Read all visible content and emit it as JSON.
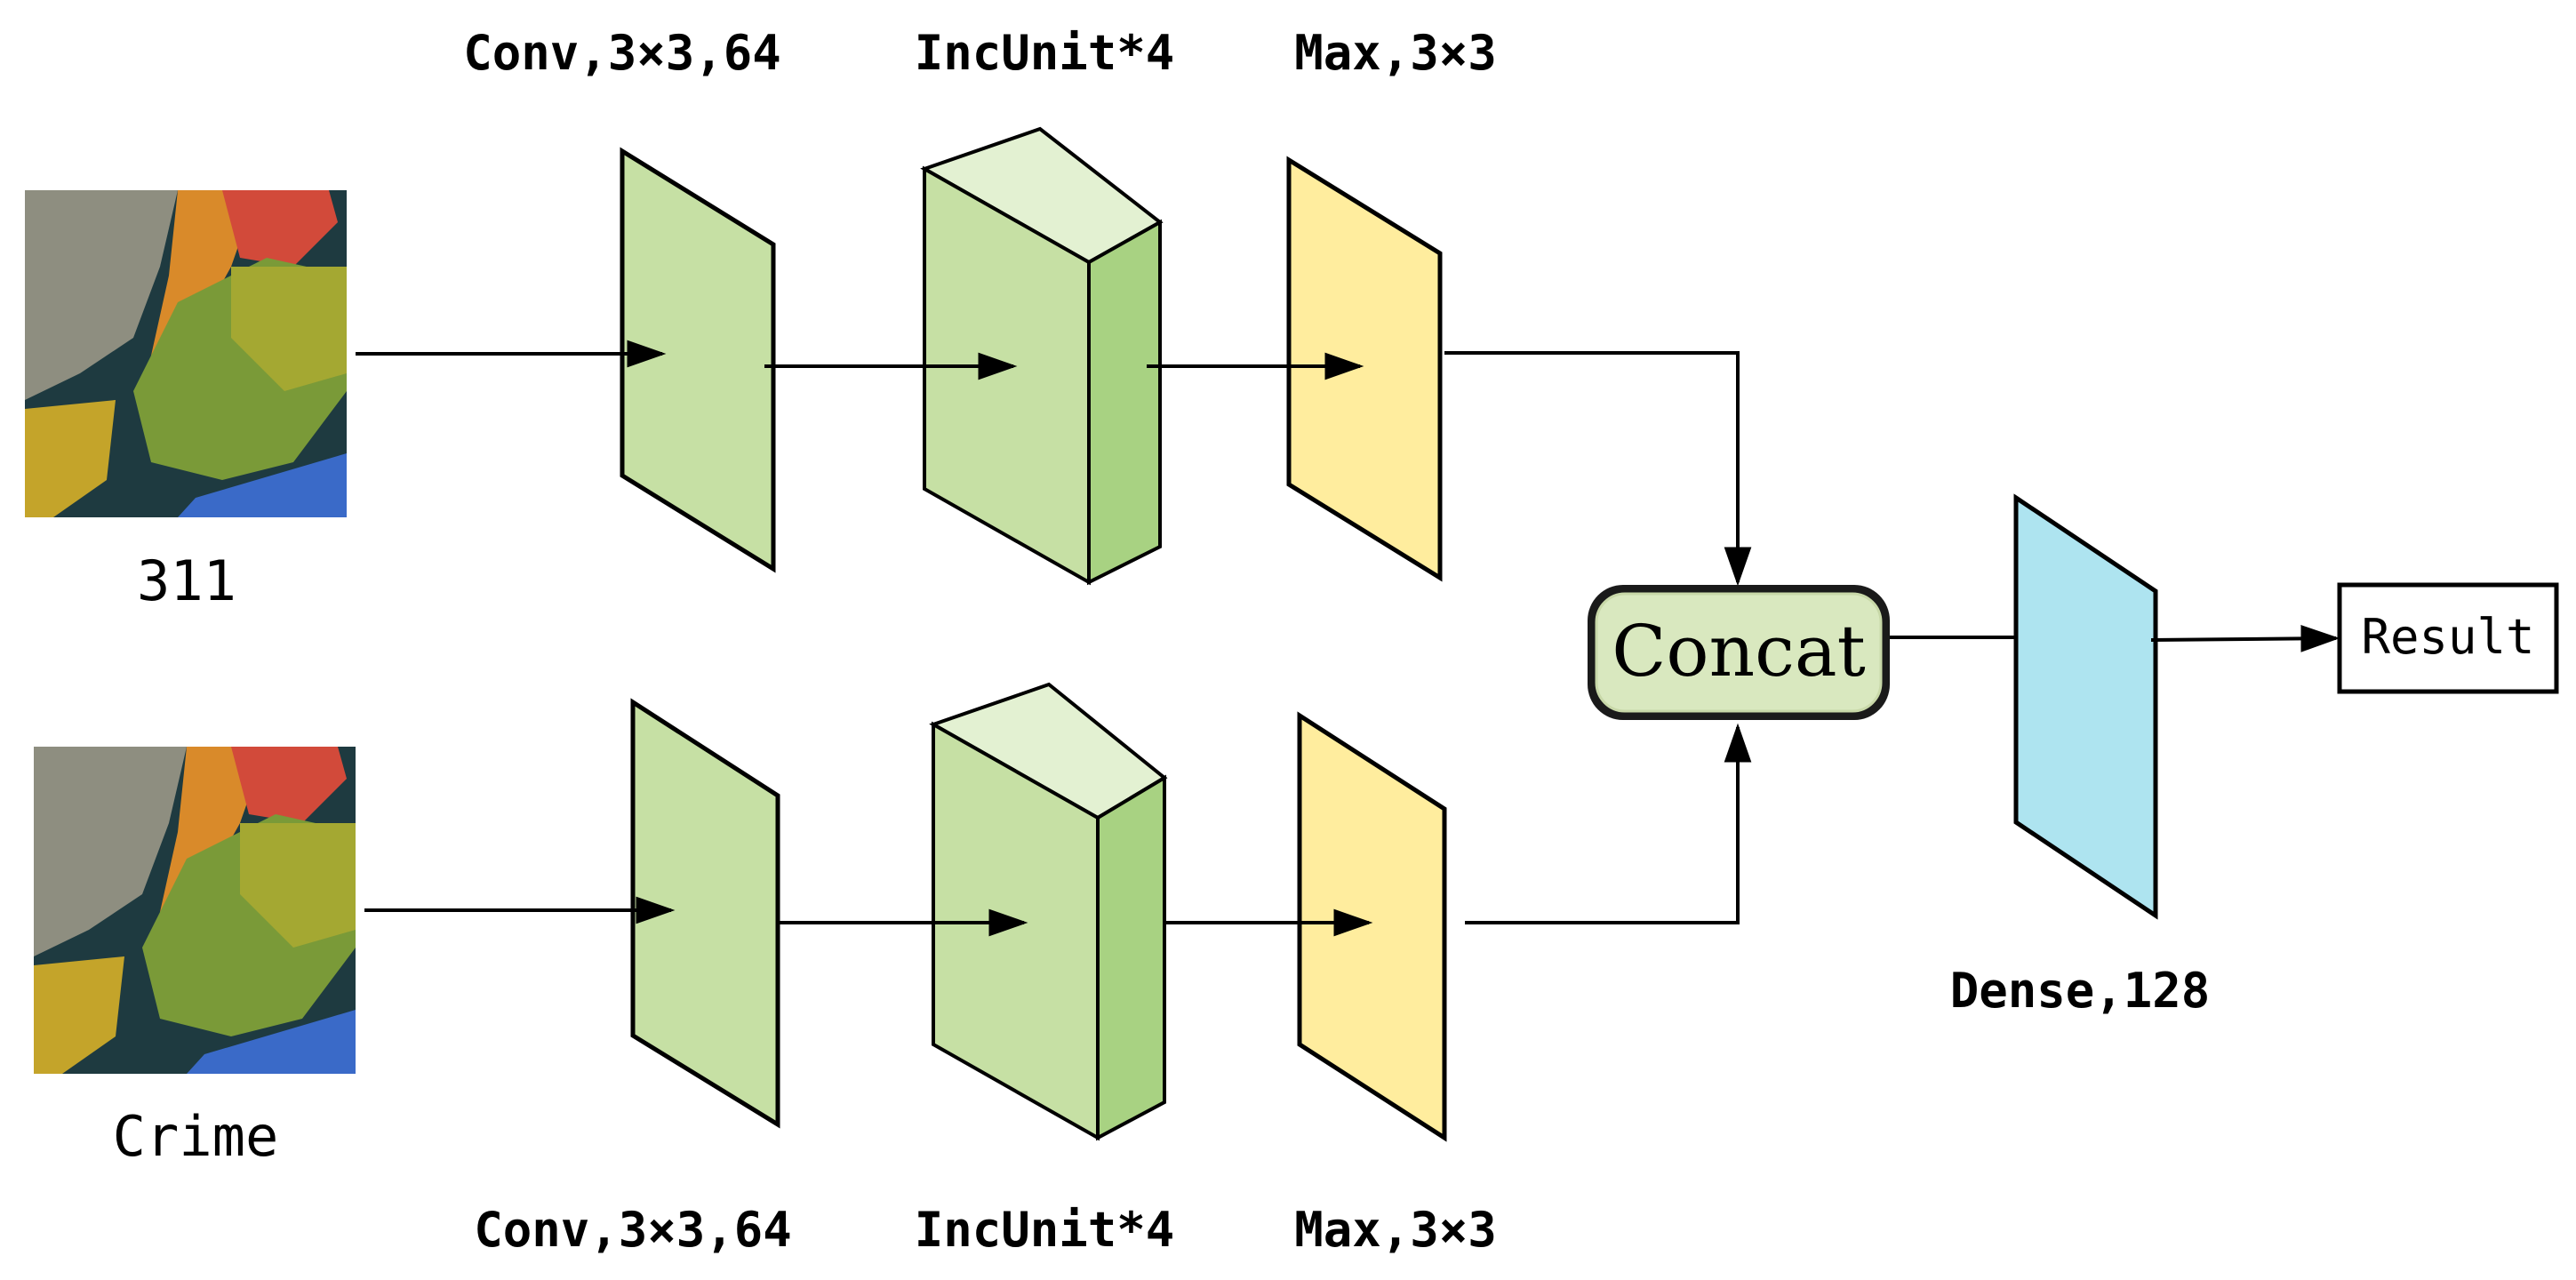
{
  "top_branch": {
    "input_label": "311",
    "conv_label": "Conv,3×3,64",
    "inc_label": "IncUnit*4",
    "max_label": "Max,3×3"
  },
  "bottom_branch": {
    "input_label": "Crime",
    "conv_label": "Conv,3×3,64",
    "inc_label": "IncUnit*4",
    "max_label": "Max,3×3"
  },
  "merge": {
    "concat_label": "Concat",
    "dense_label": "Dense,128",
    "result_label": "Result"
  },
  "colors": {
    "conv": "#c6e0a4",
    "inc_front": "#c6e0a4",
    "inc_top": "#e3f1d2",
    "inc_side": "#a8d282",
    "max": "#ffed9e",
    "dense": "#aee4f0",
    "concat_fill": "#d9e8bf",
    "concat_border": "#000000",
    "map_water": "#1e3a40",
    "map_red": "#d24a3a",
    "map_orange": "#d98a2a",
    "map_green": "#7a9a38",
    "map_olive": "#a4a832",
    "map_yellow": "#c4a42a",
    "map_blue": "#3a6ac8",
    "map_gray": "#8e8e80"
  }
}
